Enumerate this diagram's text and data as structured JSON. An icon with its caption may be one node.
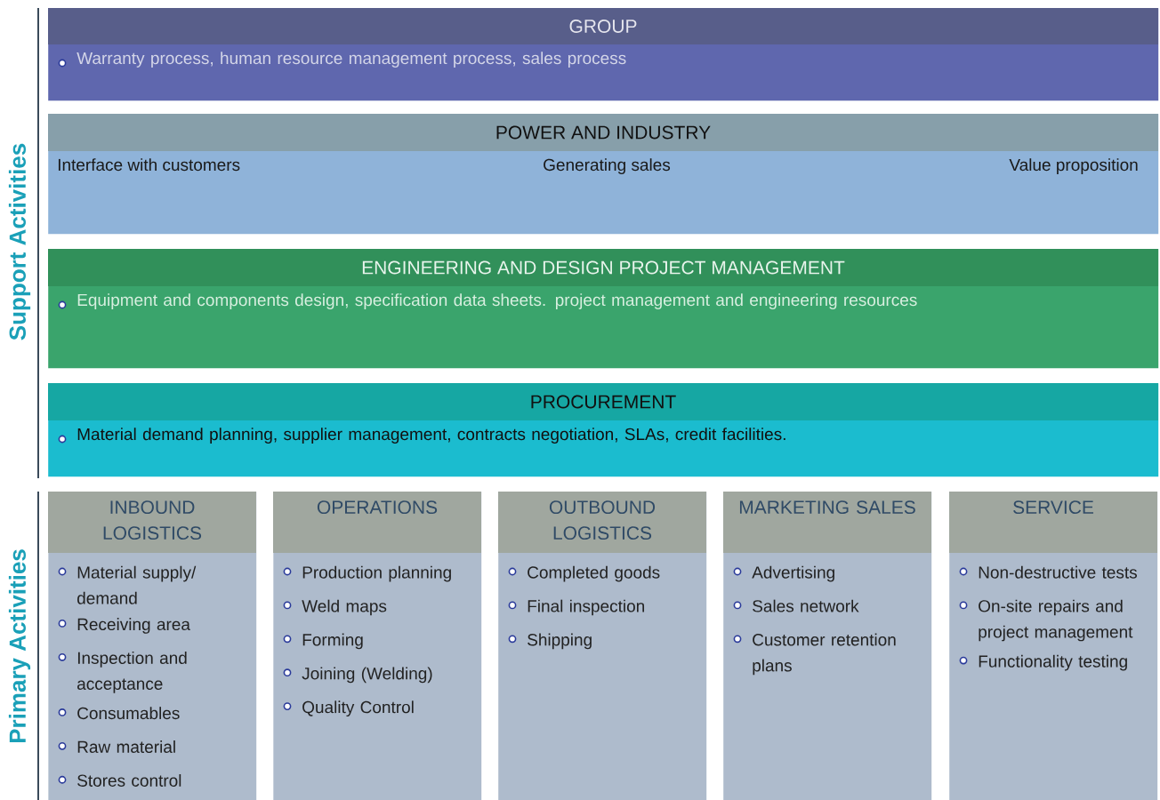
{
  "diagram": {
    "nodes": [
      {
        "text": [
          "GROUP",
          "Warranty process, human resource management process, sales process"
        ]
      },
      {
        "text": [
          "POWER AND INDUSTRY",
          "Interface with customers",
          "Generating sales",
          "Value proposition"
        ]
      },
      {
        "text": [
          "ENGINEERING AND DESIGN PROJECT MANAGEMENT",
          "Equipment and components design, specification data sheets. project management and engineering resources"
        ]
      },
      {
        "text": [
          "PROCUREMENT",
          "Material demand planning, supplier management, contracts negotiation, SLAs, credit facilities."
        ]
      },
      {
        "text": [
          "INBOUND LOGISTICS",
          "Material supply/ demand",
          "Receiving area",
          "Inspection and acceptance",
          "Consumables",
          "Raw material",
          "Stores control"
        ]
      },
      {
        "text": [
          "OPERATIONS",
          "Production planning",
          "Weld maps",
          "Forming",
          "Joining (Welding)",
          "Quality Control"
        ]
      },
      {
        "text": [
          "OUTBOUND LOGISTICS",
          "Completed goods",
          "Final inspection",
          "Shipping"
        ]
      },
      {
        "text": [
          "MARKETING SALES",
          "Advertising",
          "Sales network",
          "Customer retention plans"
        ]
      },
      {
        "text": [
          "SERVICE",
          "Non-destructive tests",
          "On-site repairs and project management",
          "Functionality testing"
        ]
      }
    ],
    "labels": [
      "Support Activities",
      "Primary Activities"
    ]
  }
}
